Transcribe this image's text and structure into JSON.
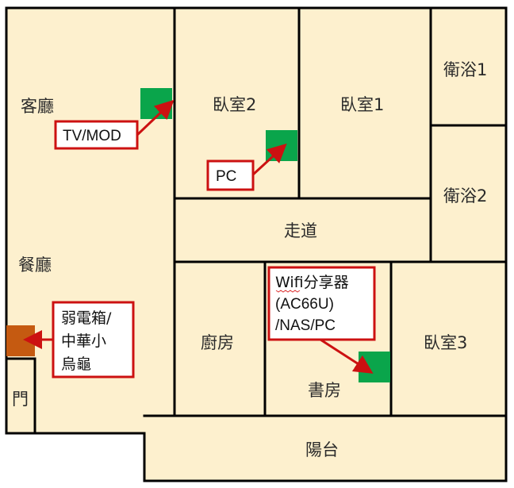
{
  "colors": {
    "floor": "#FDF0CE",
    "wall": "#000000",
    "device": "#0AA54B",
    "panel": "#C55A11",
    "callout_border": "#CC1111",
    "arrow": "#CC1111",
    "squiggle": "#DD3333"
  },
  "rooms": {
    "living_room": "客廳",
    "dining_room": "餐廳",
    "bedroom_2": "臥室2",
    "bedroom_1": "臥室1",
    "bathroom_1": "衛浴1",
    "bathroom_2": "衛浴2",
    "hallway": "走道",
    "kitchen": "廚房",
    "study": "書房",
    "bedroom_3": "臥室3",
    "balcony": "陽台",
    "door": "門"
  },
  "callouts": {
    "tv_mod": "TV/MOD",
    "pc": "PC",
    "wifi_line1": "Wifi分享器",
    "wifi_line2": "(AC66U)",
    "wifi_line3": "/NAS/PC",
    "panel_line1": "弱電箱/",
    "panel_line2": "中華小",
    "panel_line3": "烏龜"
  }
}
